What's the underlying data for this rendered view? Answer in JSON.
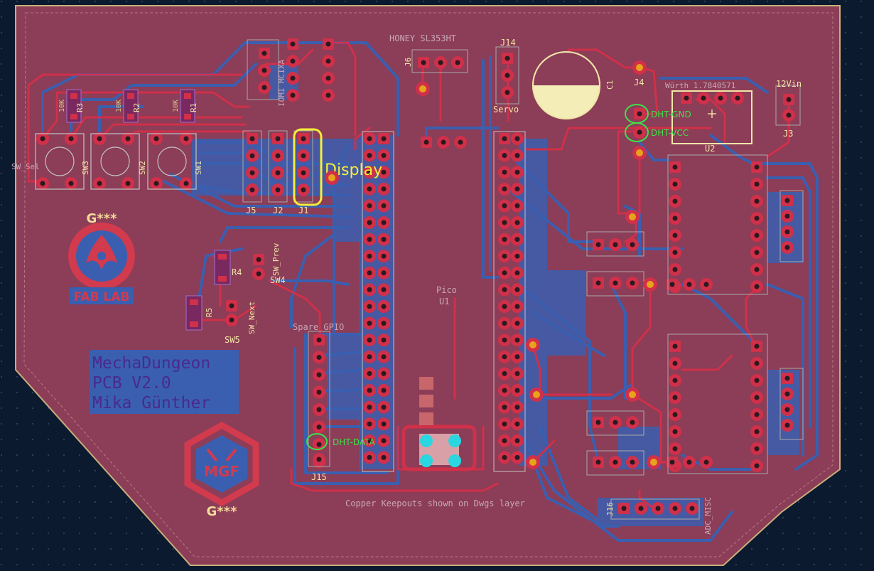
{
  "board": {
    "title_lines": [
      "MechaDungeon",
      "PCB V2.0",
      "Mika Günther"
    ],
    "keepout_note": "Copper Keepouts shown on Dwgs layer",
    "fab_lab": {
      "label": "FAB LAB",
      "caption": "G***"
    },
    "mgf": {
      "label": "MGF",
      "caption": "G***"
    }
  },
  "annotations": {
    "display": "Display",
    "dht_gnd": "DHT-GND",
    "dht_vcc": "DHT-VCC",
    "dht_data": "DHT-DATA"
  },
  "refs": {
    "r3": "R3",
    "r2": "R2",
    "r1": "R1",
    "r4": "R4",
    "r5": "R5",
    "ohm_10k": "10K",
    "sw_sel": "SW_Sel",
    "sw3": "SW3",
    "sw2": "SW2",
    "sw1": "SW1",
    "sw4": "SW4",
    "sw5": "SW5",
    "sw_prev": "SW_Prev",
    "sw_next": "SW_Next",
    "j5": "J5",
    "j2": "J2",
    "j1": "J1",
    "j3": "J3",
    "j4": "J4",
    "j6": "J6",
    "j14": "J14",
    "j15": "J15",
    "j16": "J16",
    "c1": "C1",
    "u2": "U2",
    "u1": "U1",
    "pico": "Pico",
    "honey": "HONEY SL353HT",
    "servo": "Servo",
    "wurth": "Würth 1.7840571",
    "v12in": "12Vin",
    "spare_gpio": "Spare GPIO",
    "adc_misc": "ADC_MISC",
    "io_mcp": "IOMI MCIXA"
  },
  "colors": {
    "board": "#8c3d57",
    "background": "#0b1a2e",
    "copper_red": "#d0304a",
    "copper_blue": "#3a5fb0",
    "pad_gold": "#e8a21c",
    "silk": "#f0e6a8",
    "annotation_yellow": "#f5ee3a",
    "annotation_green": "#3fe04a",
    "via_cyan": "#2ad6e0"
  }
}
